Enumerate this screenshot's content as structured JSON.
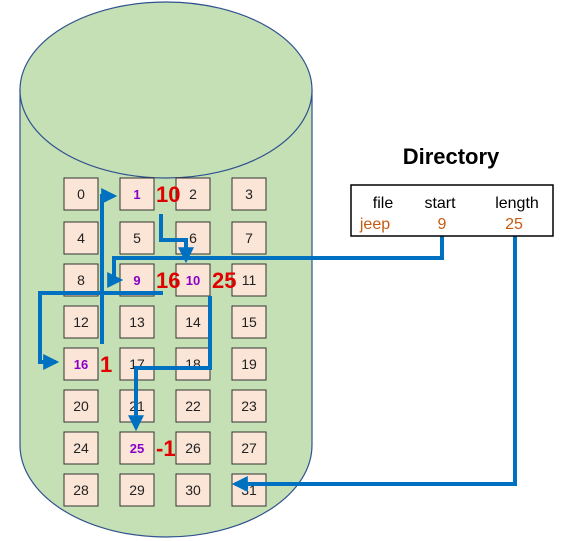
{
  "colors": {
    "cylinder_fill": "#c5e0b4",
    "cylinder_stroke": "#2f528f",
    "block_fill": "#fbe5d6",
    "block_stroke": "#333333",
    "arrow": "#0070c0",
    "pointer_text": "#8a00c8",
    "red_text": "#e00000",
    "directory_value": "#c55a11"
  },
  "blocks": [
    "0",
    "1",
    "2",
    "3",
    "4",
    "5",
    "6",
    "7",
    "8",
    "9",
    "10",
    "11",
    "12",
    "13",
    "14",
    "15",
    "16",
    "17",
    "18",
    "19",
    "20",
    "21",
    "22",
    "23",
    "24",
    "25",
    "26",
    "27",
    "28",
    "29",
    "30",
    "31"
  ],
  "chain_annotations": [
    {
      "block": "1",
      "next": "10"
    },
    {
      "block": "9",
      "next": "16"
    },
    {
      "block": "10",
      "next": "25"
    },
    {
      "block": "16",
      "next": "1"
    },
    {
      "block": "25",
      "next": "-1"
    }
  ],
  "directory": {
    "title": "Directory",
    "headers": [
      "file",
      "start",
      "length"
    ],
    "entry": {
      "file": "jeep",
      "start": "9",
      "length": "25"
    }
  },
  "icons": [
    "arrow-icon"
  ]
}
